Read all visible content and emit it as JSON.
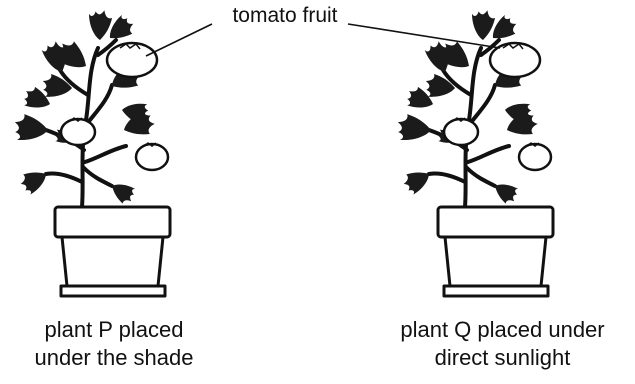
{
  "diagram": {
    "fruit_label": "tomato fruit",
    "plant_p": {
      "caption_line1": "plant P placed",
      "caption_line2": "under the shade"
    },
    "plant_q": {
      "caption_line1": "plant Q placed under",
      "caption_line2": "direct sunlight"
    },
    "colors": {
      "ink": "#111111",
      "leaf": "#1b1b1b",
      "fruit_fill": "#ffffff"
    }
  }
}
